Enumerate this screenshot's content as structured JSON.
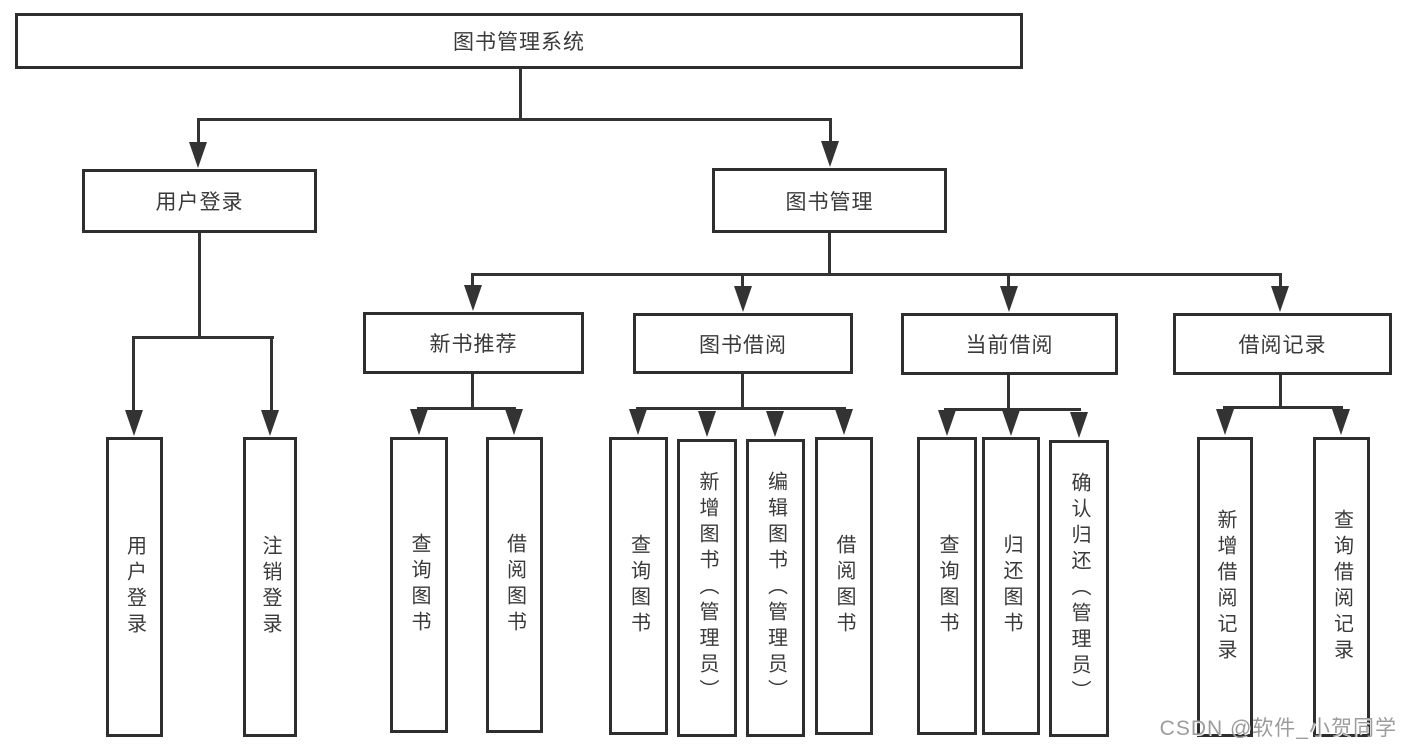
{
  "diagram": {
    "title": "图书管理系统",
    "root": {
      "label": "图书管理系统"
    },
    "level1": [
      {
        "label": "用户登录",
        "children": [
          {
            "label": "用户登录"
          },
          {
            "label": "注销登录"
          }
        ]
      },
      {
        "label": "图书管理",
        "sections": [
          {
            "label": "新书推荐",
            "children": [
              {
                "label": "查询图书"
              },
              {
                "label": "借阅图书"
              }
            ]
          },
          {
            "label": "图书借阅",
            "children": [
              {
                "label": "查询图书"
              },
              {
                "label": "新增图书（管理员）"
              },
              {
                "label": "编辑图书（管理员）"
              },
              {
                "label": "借阅图书"
              }
            ]
          },
          {
            "label": "当前借阅",
            "children": [
              {
                "label": "查询图书"
              },
              {
                "label": "归还图书"
              },
              {
                "label": "确认归还（管理员）"
              }
            ]
          },
          {
            "label": "借阅记录",
            "children": [
              {
                "label": "新增借阅记录"
              },
              {
                "label": "查询借阅记录"
              }
            ]
          }
        ]
      }
    ]
  },
  "watermark": {
    "text": "CSDN @软件_小贺同学"
  },
  "colors": {
    "line": "#333333",
    "box_border": "#2e2e2e",
    "text": "#3a3a3a",
    "watermark": "#9c9c9c",
    "background": "#ffffff"
  }
}
